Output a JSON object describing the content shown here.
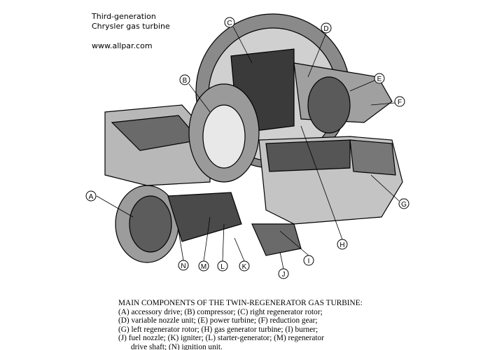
{
  "header": {
    "title_line1": "Third-generation",
    "title_line2": "Chrysler gas turbine",
    "website": "www.allpar.com"
  },
  "callouts": [
    {
      "id": "A",
      "component": "accessory drive"
    },
    {
      "id": "B",
      "component": "compressor"
    },
    {
      "id": "C",
      "component": "right regenerator rotor"
    },
    {
      "id": "D",
      "component": "variable nozzle unit"
    },
    {
      "id": "E",
      "component": "power turbine"
    },
    {
      "id": "F",
      "component": "reduction gear"
    },
    {
      "id": "G",
      "component": "left regenerator rotor"
    },
    {
      "id": "H",
      "component": "gas generator turbine"
    },
    {
      "id": "I",
      "component": "burner"
    },
    {
      "id": "J",
      "component": "fuel nozzle"
    },
    {
      "id": "K",
      "component": "igniter"
    },
    {
      "id": "L",
      "component": "starter-generator"
    },
    {
      "id": "M",
      "component": "regenerator drive shaft"
    },
    {
      "id": "N",
      "component": "ignition unit"
    }
  ],
  "caption": {
    "title": "MAIN COMPONENTS OF THE TWIN-REGENERATOR GAS TURBINE:",
    "lines": [
      "(A)  accessory drive;  (B)  compressor;  (C)  right regenerator rotor;",
      "(D)  variable nozzle unit;  (E)  power turbine;  (F)  reduction gear;",
      "(G)  left regenerator rotor;  (H)  gas generator turbine;  (I)  burner;",
      "(J)  fuel nozzle;  (K)  igniter;  (L)  starter-generator;  (M)  regenerator",
      "drive shaft;  (N)  ignition unit."
    ]
  }
}
